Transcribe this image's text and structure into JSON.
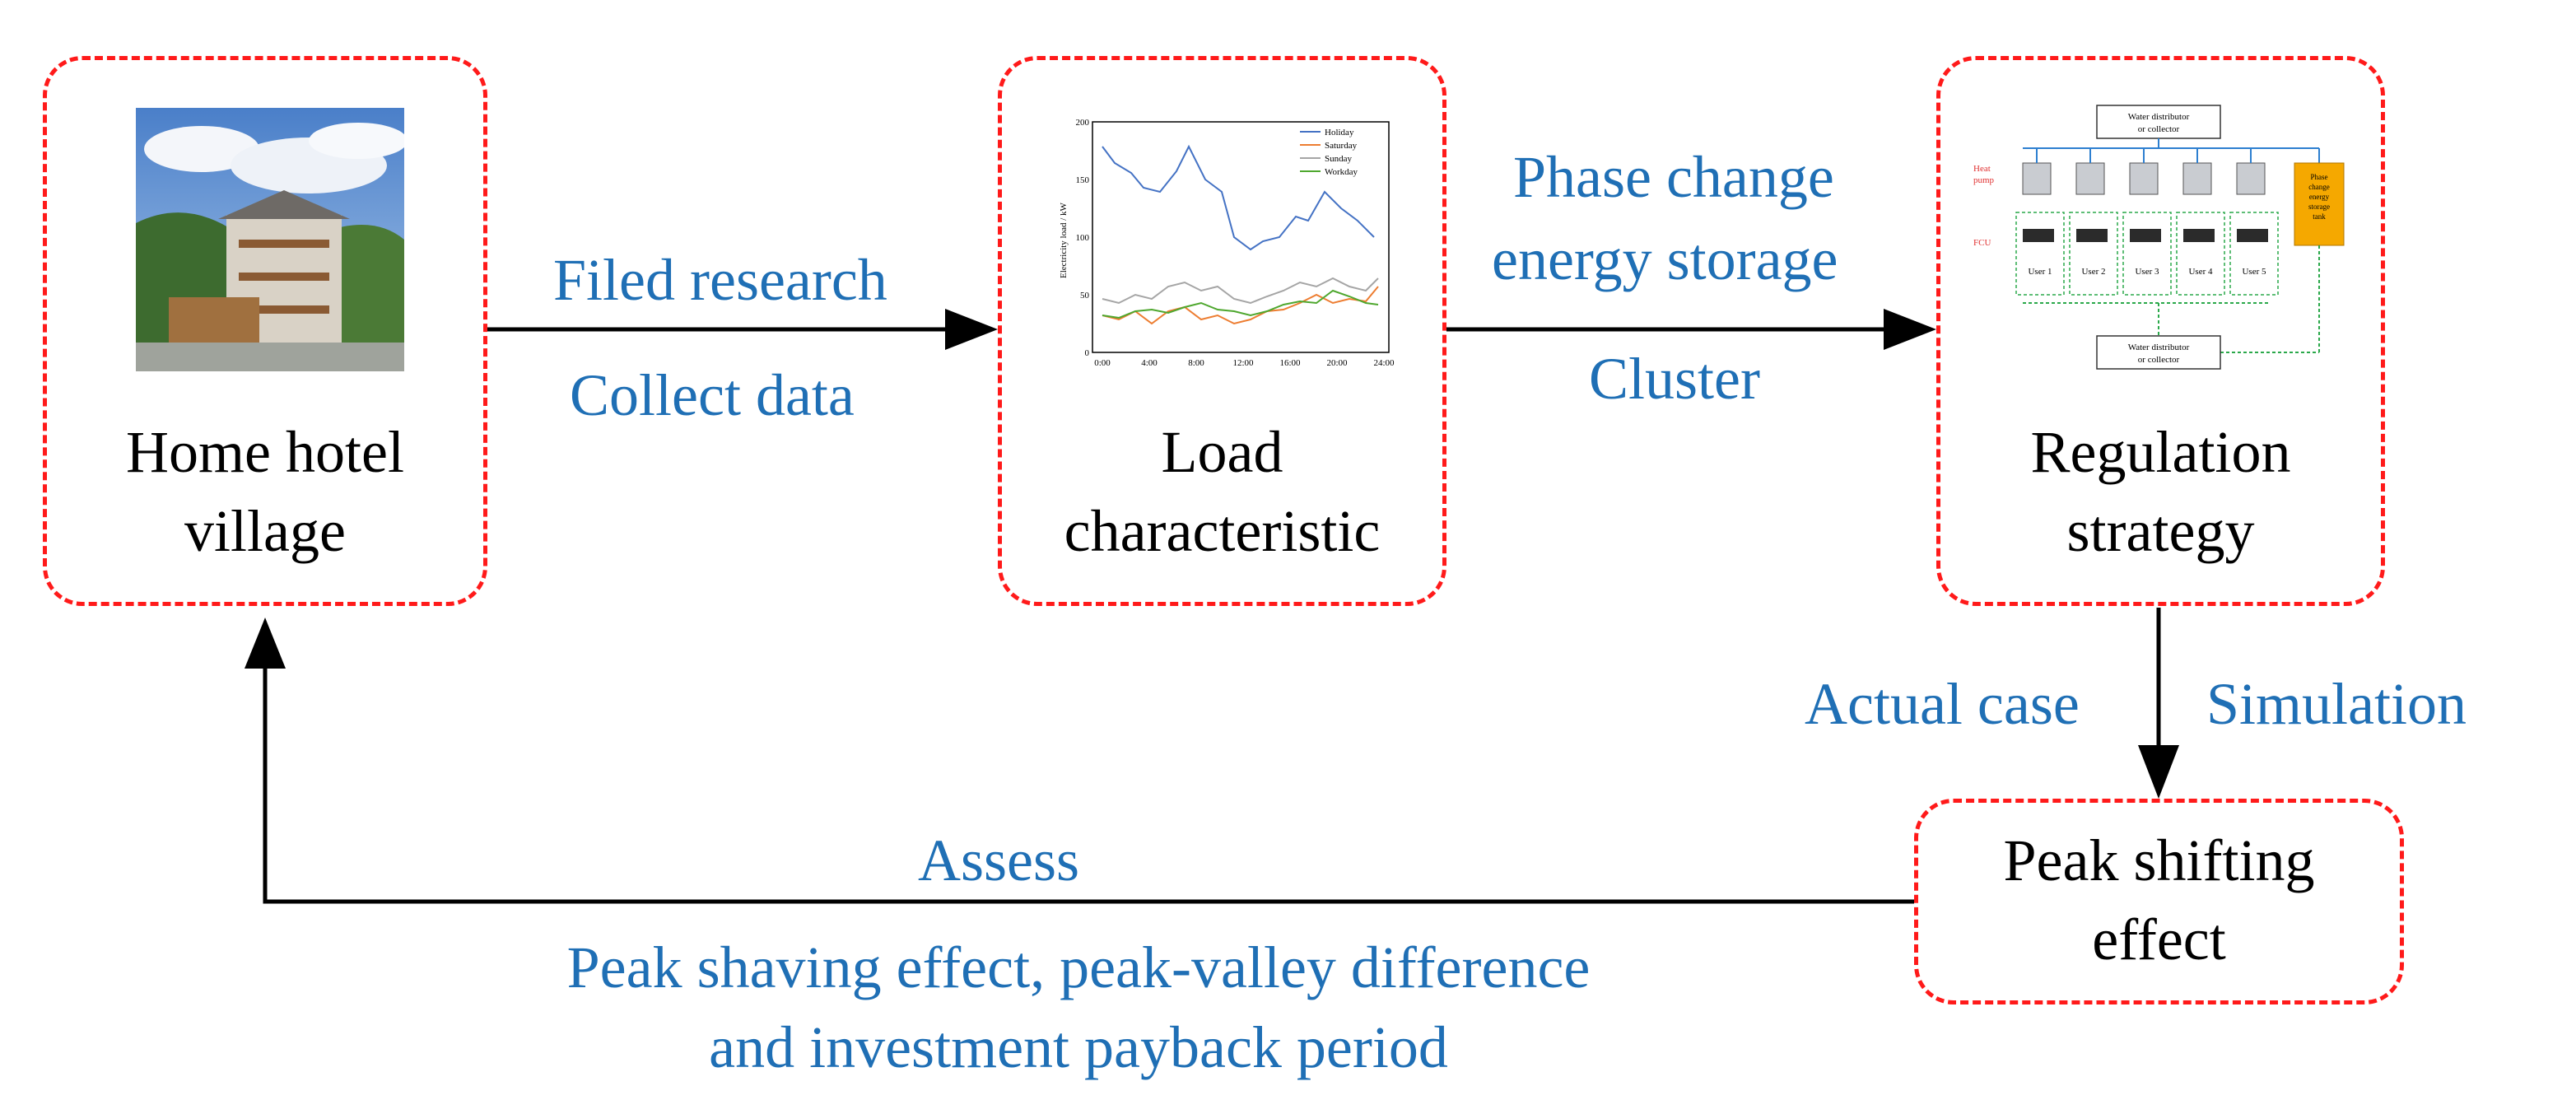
{
  "nodes": {
    "home_hotel": {
      "line1": "Home hotel",
      "line2": "village"
    },
    "load": {
      "line1": "Load",
      "line2": "characteristic"
    },
    "regulation": {
      "line1": "Regulation",
      "line2": "strategy"
    },
    "peak": {
      "line1": "Peak shifting",
      "line2": "effect"
    }
  },
  "edges": {
    "filed_research": "Filed research",
    "collect_data": "Collect data",
    "phase_change_1": "Phase change",
    "phase_change_2": "energy storage",
    "cluster": "Cluster",
    "actual_case": "Actual case",
    "simulation": "Simulation",
    "assess": "Assess",
    "peak_shaving_1": "Peak shaving effect, peak-valley difference",
    "peak_shaving_2": "and investment payback period"
  },
  "load_chart": {
    "y_ticks": [
      "200",
      "150",
      "100",
      "50",
      "0"
    ],
    "x_ticks": [
      "0:00",
      "4:00",
      "8:00",
      "12:00",
      "16:00",
      "20:00",
      "24:00"
    ],
    "ylabel": "Electricity load / kW",
    "legend": [
      "Holiday",
      "Saturday",
      "Sunday",
      "Workday"
    ]
  },
  "strategy_diagram": {
    "top_collector": "Water distributor or collector",
    "bottom_collector": "Water distributor or collector",
    "heat_pump": "Heat pump",
    "fcu": "FCU",
    "tank": "Phase change energy storage tank",
    "users": [
      "User 1",
      "User 2",
      "User 3",
      "User 4",
      "User 5"
    ]
  },
  "colors": {
    "box_border": "#ff1a1a",
    "edge_text": "#1f6fb5",
    "arrow": "#000000",
    "tank": "#f5a800"
  }
}
